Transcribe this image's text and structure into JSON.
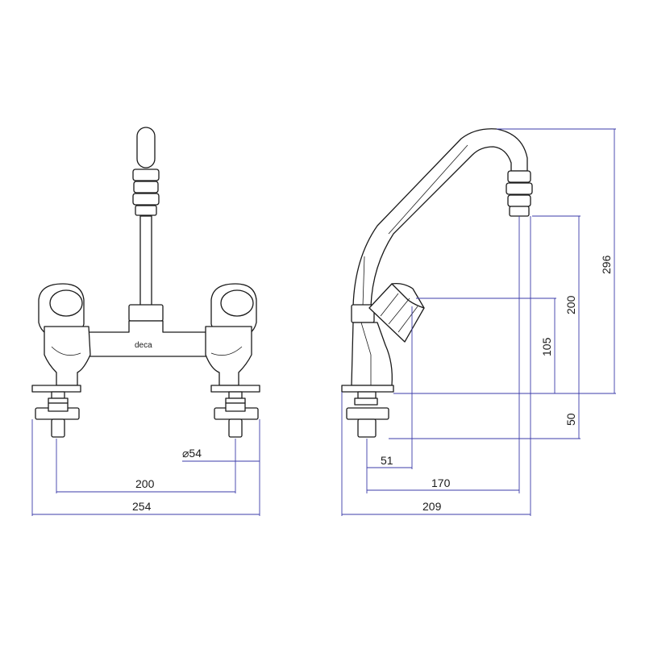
{
  "brand": "deca",
  "front_view": {
    "dim_diameter": "⌀54",
    "dim_center_spacing": "200",
    "dim_overall_width": "254"
  },
  "side_view": {
    "dim_height_total": "296",
    "dim_height_spout": "200",
    "dim_handle_height": "105",
    "dim_below_deck": "50",
    "dim_offset_small": "51",
    "dim_reach": "170",
    "dim_overall_depth": "209"
  },
  "colors": {
    "outline": "#1a1a1a",
    "dimension_lines": "#3b3ba8"
  }
}
